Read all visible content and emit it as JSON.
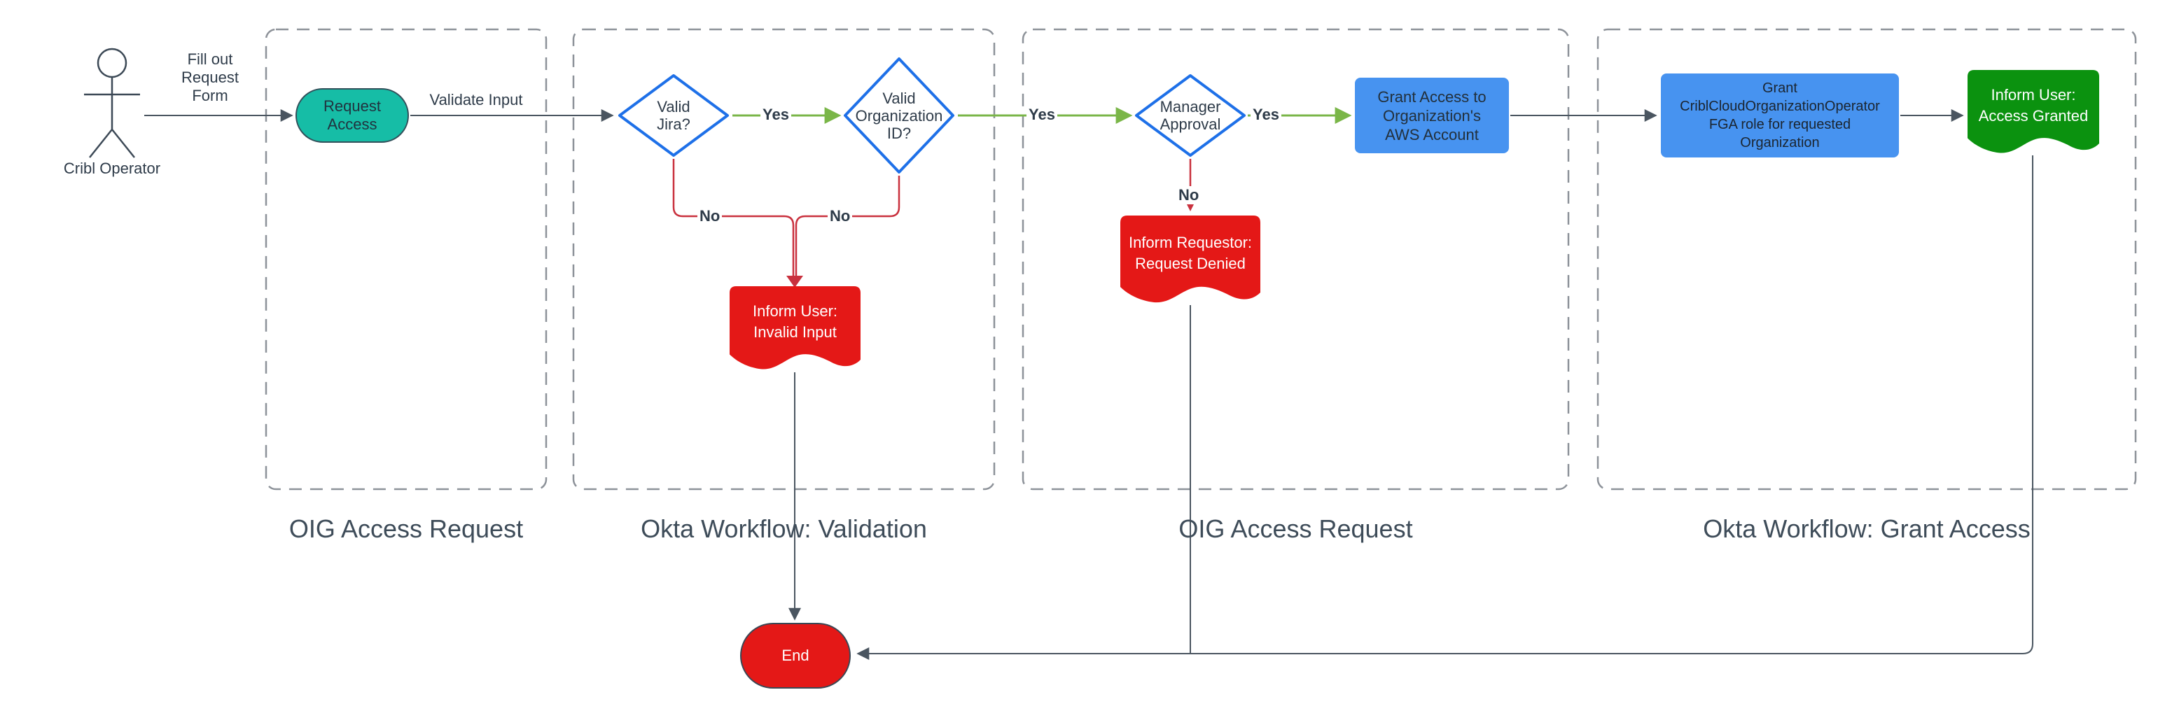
{
  "diagram": {
    "lanes": [
      {
        "title": "OIG Access Request"
      },
      {
        "title": "Okta Workflow: Validation"
      },
      {
        "title": "OIG Access Request"
      },
      {
        "title": "Okta Workflow: Grant Access"
      }
    ],
    "actor": {
      "label": "Cribl Operator"
    },
    "nodes": {
      "request_access": {
        "label": "Request\nAccess",
        "fill": "#16bda6"
      },
      "valid_jira": {
        "label": "Valid\nJira?",
        "border": "#1e70e8"
      },
      "valid_org": {
        "label": "Valid\nOrganization\nID?",
        "border": "#1e70e8"
      },
      "manager_approval": {
        "label": "Manager\nApproval",
        "border": "#1e70e8"
      },
      "grant_aws": {
        "label": "Grant Access to\nOrganization's\nAWS Account",
        "fill": "#4793f0"
      },
      "grant_fga": {
        "label": "Grant\nCriblCloudOrganizationOperator\nFGA role for requested\nOrganization",
        "fill": "#4793f0"
      },
      "inform_granted": {
        "label": "Inform User:\nAccess Granted",
        "fill": "#0b920f"
      },
      "inform_invalid": {
        "label": "Inform User:\nInvalid Input",
        "fill": "#e41817"
      },
      "inform_denied": {
        "label": "Inform Requestor:\nRequest Denied",
        "fill": "#e41817"
      },
      "end": {
        "label": "End",
        "fill": "#e41817"
      }
    },
    "edge_labels": {
      "fill_out_form": "Fill out\nRequest\nForm",
      "validate_input": "Validate Input",
      "yes1": "Yes",
      "yes2": "Yes",
      "yes3": "Yes",
      "no1": "No",
      "no2": "No",
      "no3": "No"
    },
    "colors": {
      "teal": "#16bda6",
      "process_blue": "#4793f0",
      "decision_border": "#1e70e8",
      "flag_red": "#e41817",
      "flag_green": "#0b920f",
      "line_green": "#7ab648",
      "line_red": "#c9313e",
      "line_dark": "#4a5560",
      "lane_border": "#8d9299"
    }
  }
}
